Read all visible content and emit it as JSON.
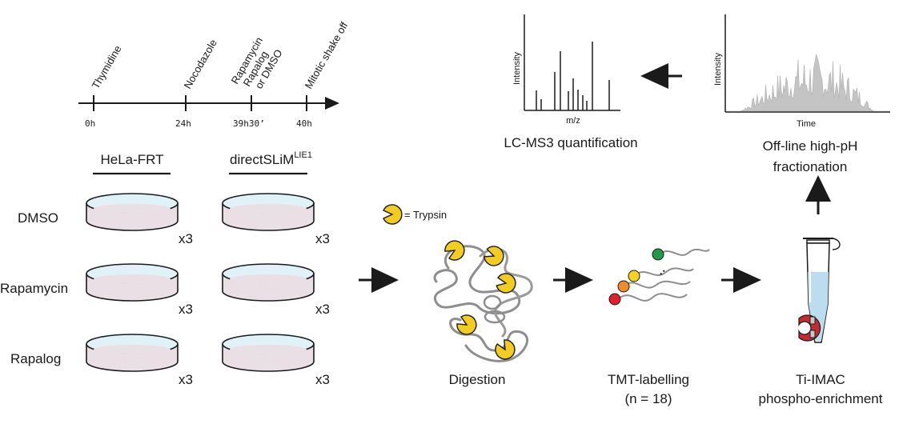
{
  "timeline": {
    "events": [
      {
        "label": "Thymidine",
        "time": "0h"
      },
      {
        "label": "Nocodazole",
        "time": "24h"
      },
      {
        "label": "Rapamycin",
        "label2": "Rapalog",
        "label3": "or DMSO",
        "time": "39h30’"
      },
      {
        "label": "Mitotic shake off",
        "time": "40h"
      }
    ]
  },
  "cell_lines": {
    "hela": "HeLa-FRT",
    "direct_base": "directSLiM",
    "direct_sup": "LIE1"
  },
  "conditions": [
    "DMSO",
    "Rapamycin",
    "Rapalog"
  ],
  "replicate_label": "x3",
  "trypsin_legend": "= Trypsin",
  "steps": {
    "digestion": "Digestion",
    "tmt_line1": "TMT-labelling",
    "tmt_line2": "(n = 18)",
    "timac_line1": "Ti-IMAC",
    "timac_line2": "phospho-enrichment",
    "fract_line1": "Off-line high-pH",
    "fract_line2": "fractionation",
    "lcms": "LC-MS3 quantification"
  },
  "spectrum_axes": {
    "y": "Intensity",
    "x": "m/z"
  },
  "chromatogram_axes": {
    "y": "Intensity",
    "x": "Time"
  },
  "colors": {
    "trypsin": "#f2cc1f",
    "tag_red": "#e3202a",
    "tag_orange": "#f28a2a",
    "tag_yellow": "#f5d41f",
    "tag_green": "#1f9a48",
    "dish_rim": "#dff1f8",
    "dish_fill": "#e9dfe5",
    "magnet": "#c62a32",
    "tube_liquid": "#bcdcf0"
  }
}
